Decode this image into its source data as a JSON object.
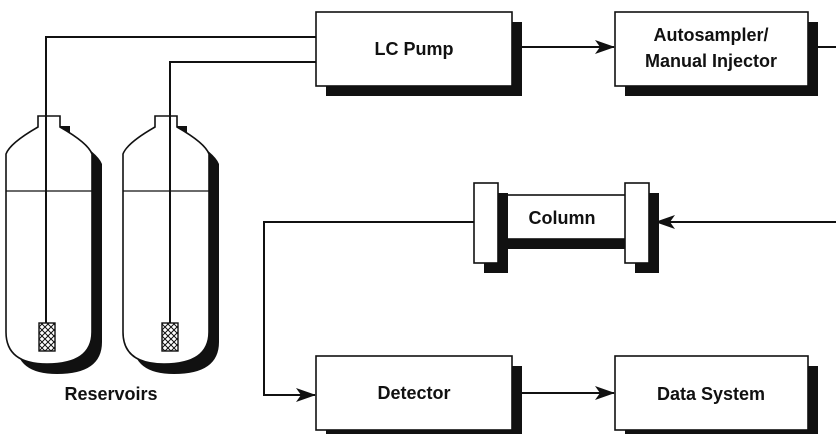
{
  "nodes": {
    "lc_pump": "LC Pump",
    "autosampler_line1": "Autosampler/",
    "autosampler_line2": "Manual Injector",
    "column": "Column",
    "detector": "Detector",
    "data_system": "Data System",
    "reservoirs": "Reservoirs"
  },
  "colors": {
    "ink": "#111111",
    "shadow": "#111111",
    "fill": "#ffffff"
  }
}
